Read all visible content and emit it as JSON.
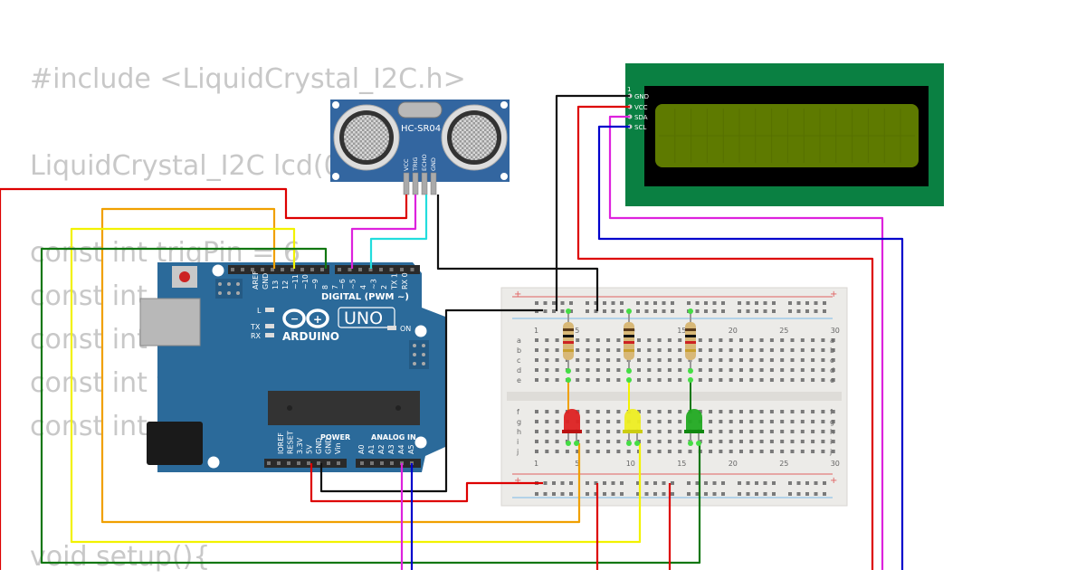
{
  "code": {
    "lines": [
      "#include <LiquidCrystal_I2C.h>",
      "LiquidCrystal_I2C lcd(0",
      "const int trigPin = 6",
      "const int",
      "const int",
      "const int y",
      "const int",
      "void setup(){"
    ]
  },
  "sensor": {
    "model": "HC-SR04",
    "pins": [
      "VCC",
      "TRIG",
      "ECHO",
      "GND"
    ]
  },
  "lcd": {
    "pin_index": "1",
    "pins": [
      "GND",
      "VCC",
      "SDA",
      "SCL"
    ]
  },
  "arduino": {
    "brand": "ARDUINO",
    "model": "UNO",
    "digital_label": "DIGITAL (PWM ~)",
    "on_label": "ON",
    "l_label": "L",
    "tx_label": "TX",
    "rx_label": "RX",
    "power_label": "POWER",
    "analog_label": "ANALOG IN",
    "digital_pins": [
      "AREF",
      "GND",
      "13",
      "12",
      "~11",
      "~10",
      "~9",
      "8",
      "7",
      "~6",
      "~5",
      "4",
      "~3",
      "2",
      "TX 1",
      "RX 0"
    ],
    "power_pins": [
      "IOREF",
      "RESET",
      "3.3V",
      "5V",
      "GND",
      "GND",
      "Vin"
    ],
    "analog_pins": [
      "A0",
      "A1",
      "A2",
      "A3",
      "A4",
      "A5"
    ]
  },
  "breadboard": {
    "col_numbers": [
      "1",
      "5",
      "10",
      "15",
      "20",
      "25",
      "30"
    ],
    "rows_top": [
      "a",
      "b",
      "c",
      "d",
      "e"
    ],
    "rows_bottom": [
      "f",
      "g",
      "h",
      "i",
      "j"
    ],
    "plus_sign": "+"
  },
  "colors": {
    "wire_red": "#dd0000",
    "wire_black": "#111111",
    "wire_orange": "#f0a000",
    "wire_yellow": "#f2f200",
    "wire_green": "#117711",
    "wire_magenta": "#dd22dd",
    "wire_cyan": "#22dddd",
    "wire_blue": "#0000cc",
    "arduino_blue": "#2b6a9a",
    "lcd_green": "#0a8042",
    "lcd_screen": "#5e7a00",
    "sensor_blue": "#3366a0",
    "led_red": "#dd2222",
    "led_yellow": "#eeee22",
    "led_green": "#22aa22"
  }
}
